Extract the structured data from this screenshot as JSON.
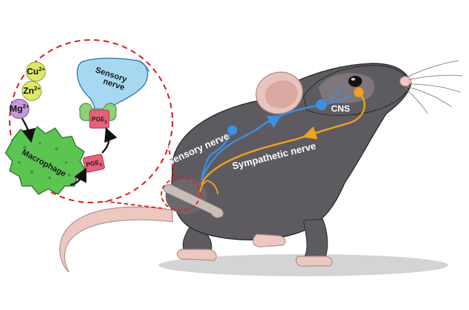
{
  "labels": {
    "sensory_nerve_body": "Sensory nerve",
    "sympathetic_nerve": "Sympathetic nerve",
    "cns": "CNS",
    "sensory_nerve_cell_line1": "Sensory",
    "sensory_nerve_cell_line2": "nerve",
    "macrophage": "Macrophage",
    "pge2_main": "PGE",
    "pge2_sub": "2"
  },
  "ions": [
    {
      "symbol": "Cu",
      "charge": "2+",
      "color": "#dfe86a"
    },
    {
      "symbol": "Zn",
      "charge": "2+",
      "color": "#dfe86a"
    },
    {
      "symbol": "Mg",
      "charge": "2+",
      "color": "#c69ad8"
    }
  ],
  "colors": {
    "mouse_body": "#5d5b5f",
    "sensory_nerve": "#3d8fe0",
    "sympathetic_nerve": "#f0a020",
    "macrophage": "#5cc552",
    "sensory_cell": "#a6d8f2",
    "pge2_box": "#e8607a",
    "receptor": "#8fd07a",
    "dashed_circle": "#e02020"
  }
}
